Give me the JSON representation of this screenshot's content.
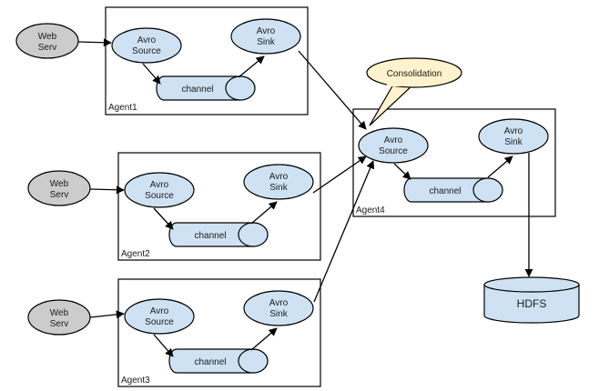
{
  "colors": {
    "node_fill": "#cfe2f3",
    "webserver_fill": "#cccccc",
    "callout_fill": "#fff2cc",
    "stroke": "#000000"
  },
  "web_servers": [
    {
      "line1": "Web",
      "line2": "Serv"
    },
    {
      "line1": "Web",
      "line2": "Serv"
    },
    {
      "line1": "Web",
      "line2": "Serv"
    }
  ],
  "agents": [
    {
      "label": "Agent1",
      "source": {
        "line1": "Avro",
        "line2": "Source"
      },
      "channel": "channel",
      "sink": {
        "line1": "Avro",
        "line2": "Sink"
      }
    },
    {
      "label": "Agent2",
      "source": {
        "line1": "Avro",
        "line2": "Source"
      },
      "channel": "channel",
      "sink": {
        "line1": "Avro",
        "line2": "Sink"
      }
    },
    {
      "label": "Agent3",
      "source": {
        "line1": "Avro",
        "line2": "Source"
      },
      "channel": "channel",
      "sink": {
        "line1": "Avro",
        "line2": "Sink"
      }
    },
    {
      "label": "Agent4",
      "source": {
        "line1": "Avro",
        "line2": "Source"
      },
      "channel": "channel",
      "sink": {
        "line1": "Avro",
        "line2": "Sink"
      }
    }
  ],
  "callout": {
    "label": "Consolidation"
  },
  "storage": {
    "label": "HDFS"
  }
}
